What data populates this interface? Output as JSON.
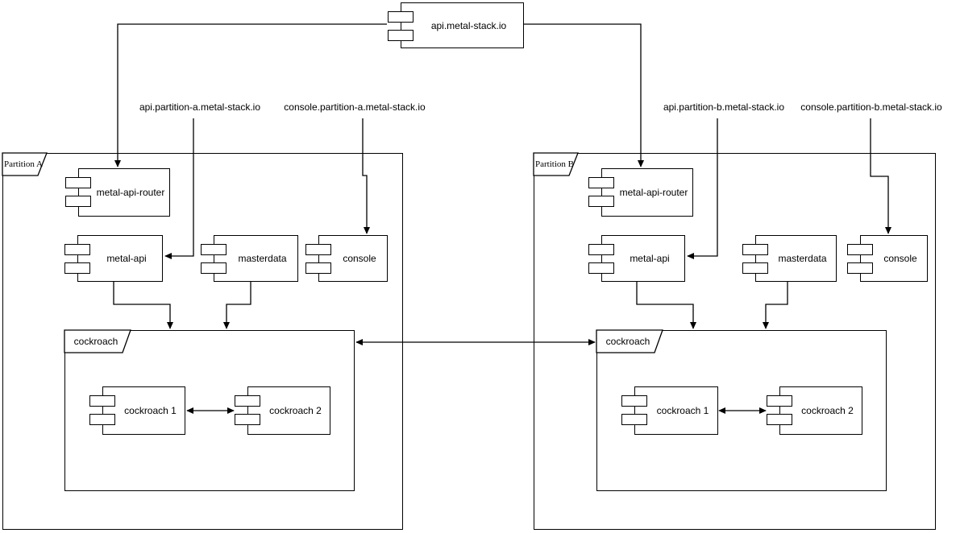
{
  "diagram": {
    "colors": {
      "stroke": "#000000",
      "background": "#ffffff"
    },
    "root": {
      "label": "api.metal-stack.io"
    },
    "dns": {
      "api_a": "api.partition-a.metal-stack.io",
      "console_a": "console.partition-a.metal-stack.io",
      "api_b": "api.partition-b.metal-stack.io",
      "console_b": "console.partition-b.metal-stack.io"
    },
    "partition_a": {
      "label": "Partition A",
      "metal_api_router": "metal-api-router",
      "metal_api": "metal-api",
      "masterdata": "masterdata",
      "console": "console",
      "cockroach": {
        "label": "cockroach",
        "node1": "cockroach 1",
        "node2": "cockroach 2"
      }
    },
    "partition_b": {
      "label": "Partition B",
      "metal_api_router": "metal-api-router",
      "metal_api": "metal-api",
      "masterdata": "masterdata",
      "console": "console",
      "cockroach": {
        "label": "cockroach",
        "node1": "cockroach 1",
        "node2": "cockroach 2"
      }
    }
  }
}
